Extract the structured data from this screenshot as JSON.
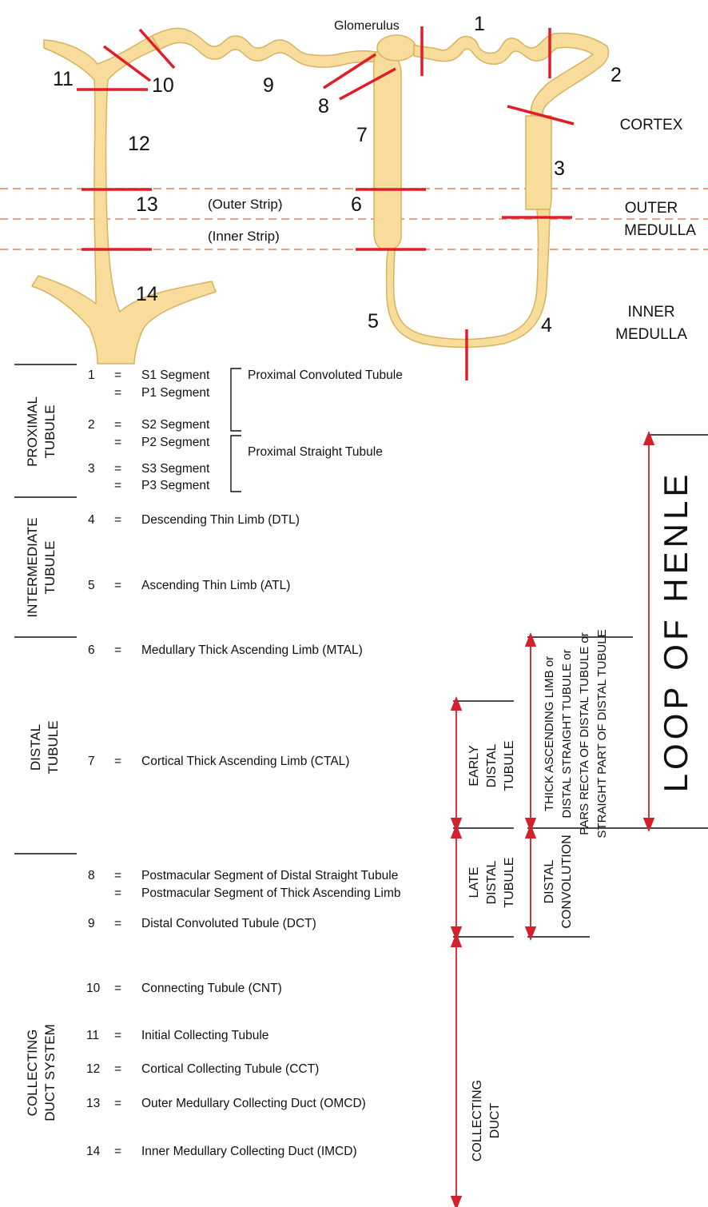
{
  "diagram": {
    "segment_numbers": {
      "n1": "1",
      "n2": "2",
      "n3": "3",
      "n4": "4",
      "n5": "5",
      "n6": "6",
      "n7": "7",
      "n8": "8",
      "n9": "9",
      "n10": "10",
      "n11": "11",
      "n12": "12",
      "n13": "13",
      "n14": "14"
    },
    "labels": {
      "glomerulus": "Glomerulus",
      "outer_strip": "(Outer Strip)",
      "inner_strip": "(Inner Strip)"
    },
    "zones": {
      "cortex": "CORTEX",
      "outer_medulla_1": "OUTER",
      "outer_medulla_2": "MEDULLA",
      "inner_medulla_1": "INNER",
      "inner_medulla_2": "MEDULLA"
    },
    "colors": {
      "tubule_fill": "#f7dc9c",
      "tubule_stroke": "#d9b25e",
      "cut_line": "#e01e2a",
      "zone_line": "#f0a07a",
      "arrow": "#d4202a"
    }
  },
  "legend": {
    "eq": "=",
    "rows": [
      {
        "num": "1",
        "text": "S1 Segment"
      },
      {
        "num": "",
        "text": "P1 Segment"
      },
      {
        "num": "2",
        "text": "S2 Segment"
      },
      {
        "num": "",
        "text": "P2 Segment"
      },
      {
        "num": "3",
        "text": "S3 Segment"
      },
      {
        "num": "",
        "text": "P3 Segment"
      },
      {
        "num": "4",
        "text": "Descending Thin Limb (DTL)"
      },
      {
        "num": "5",
        "text": "Ascending Thin Limb (ATL)"
      },
      {
        "num": "6",
        "text": "Medullary Thick Ascending Limb (MTAL)"
      },
      {
        "num": "7",
        "text": "Cortical Thick Ascending Limb (CTAL)"
      },
      {
        "num": "8",
        "text": "Postmacular Segment of Distal Straight Tubule"
      },
      {
        "num": "",
        "text": "Postmacular Segment of Thick Ascending Limb"
      },
      {
        "num": "9",
        "text": "Distal Convoluted Tubule (DCT)"
      },
      {
        "num": "10",
        "text": "Connecting Tubule (CNT)"
      },
      {
        "num": "11",
        "text": "Initial Collecting Tubule"
      },
      {
        "num": "12",
        "text": "Cortical Collecting Tubule (CCT)"
      },
      {
        "num": "13",
        "text": "Outer Medullary Collecting Duct (OMCD)"
      },
      {
        "num": "14",
        "text": "Inner Medullary Collecting Duct (IMCD)"
      }
    ],
    "pct": "Proximal Convoluted Tubule",
    "pst": "Proximal Straight Tubule"
  },
  "groups": {
    "proximal": [
      "PROXIMAL",
      "TUBULE"
    ],
    "intermediate": [
      "INTERMEDIATE",
      "TUBULE"
    ],
    "distal": [
      "DISTAL",
      "TUBULE"
    ],
    "collecting_system": [
      "COLLECTING",
      "DUCT SYSTEM"
    ],
    "early_distal": [
      "EARLY",
      "DISTAL",
      "TUBULE"
    ],
    "late_distal": [
      "LATE",
      "DISTAL",
      "TUBULE"
    ],
    "collecting_duct": [
      "COLLECTING",
      "DUCT"
    ],
    "distal_convolution": [
      "DISTAL",
      "CONVOLUTION"
    ],
    "thick_ascending": [
      "THICK ASCENDING LIMB  or",
      "DISTAL STRAIGHT TUBULE   or",
      "PARS RECTA OF DISTAL TUBULE   or",
      "STRAIGHT PART OF DISTAL TUBULE"
    ],
    "loop_of_henle": "LOOP OF HENLE"
  }
}
